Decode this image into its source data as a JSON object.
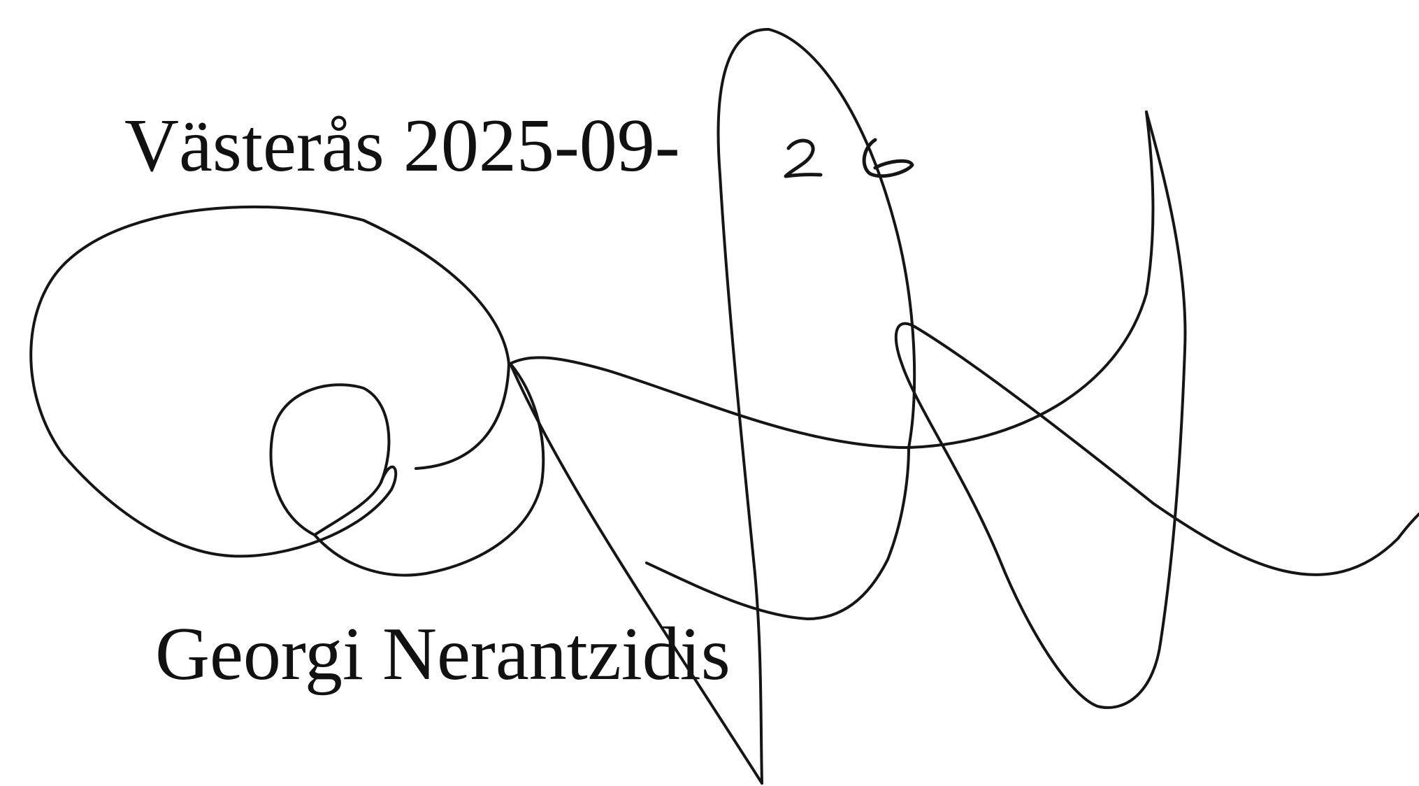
{
  "document": {
    "place_date_printed": "Västerås 2025-09-",
    "handwritten_day": "26",
    "signer_name": "Georgi Nerantzidis",
    "ink_color": "#151515"
  }
}
